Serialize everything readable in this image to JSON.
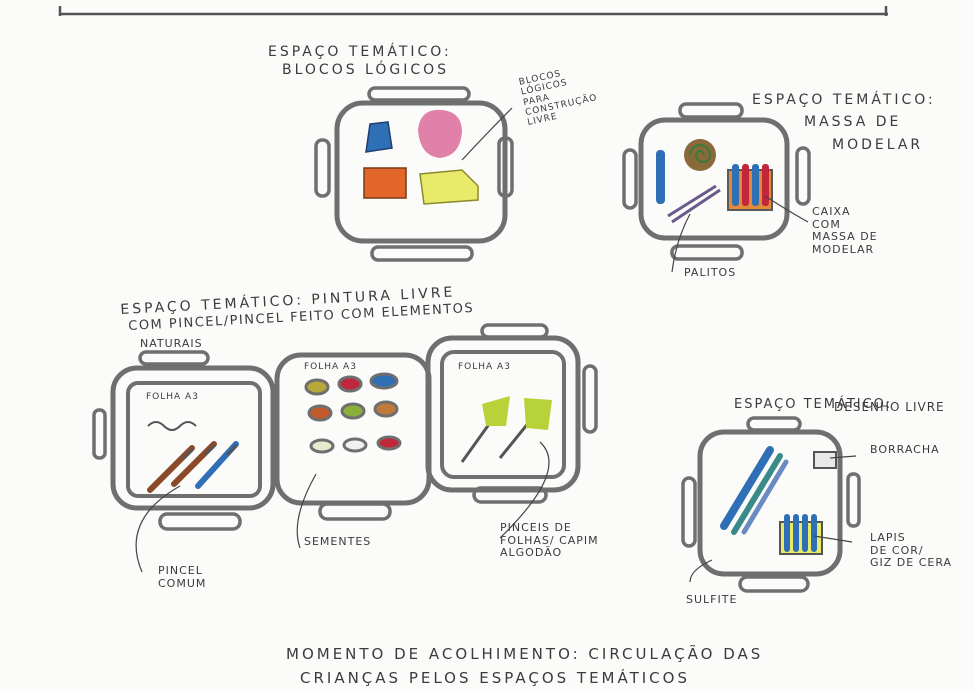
{
  "blocos": {
    "title_line1": "ESPAÇO TEMÁTICO:",
    "title_line2": "BLOCOS  LÓGICOS",
    "note": [
      "BLOCOS",
      "LÓGICOS",
      "PARA",
      "CONSTRUÇÃO",
      "LIVRE"
    ]
  },
  "massa": {
    "title_line1": "ESPAÇO TEMÁTICO:",
    "title_line2": "MASSA  DE",
    "title_line3": "MODELAR",
    "caixa": [
      "CAIXA",
      "COM",
      "MASSA DE",
      "MODELAR"
    ],
    "palitos": "PALITOS"
  },
  "pintura": {
    "title_line1": "ESPAÇO TEMÁTICO: PINTURA LIVRE",
    "title_line2": "COM PINCEL/PINCEL FEITO COM ELEMENTOS",
    "title_line3": "NATURAIS",
    "folha1": "FOLHA A3",
    "folha2": "FOLHA A3",
    "folha3": "FOLHA A3",
    "pincel": [
      "PINCEL",
      "COMUM"
    ],
    "sementes": "SEMENTES",
    "pinceis": [
      "PINCEIS DE",
      "FOLHAS/ CAPIM",
      "ALGODÃO"
    ]
  },
  "desenho": {
    "title_line1": "ESPAÇO TEMÁTICO:",
    "title_line2": "DESENHO LIVRE",
    "borracha": "BORRACHA",
    "lapis": [
      "LAPIS",
      "DE COR/",
      "GIZ DE CERA"
    ],
    "sulfite": "SULFITE"
  },
  "footer": {
    "line1": "MOMENTO DE ACOLHIMENTO: CIRCULAÇÃO DAS",
    "line2": "CRIANÇAS PELOS ESPAÇOS TEMÁTICOS"
  },
  "colors": {
    "pencil": "#6f6f6f",
    "blue": "#2f6fb6",
    "pink": "#d8578c",
    "orange": "#e2652a",
    "yellow": "#e8ea6a",
    "green": "#a8c83a",
    "red": "#c2263a",
    "brown": "#8a4a2a"
  }
}
